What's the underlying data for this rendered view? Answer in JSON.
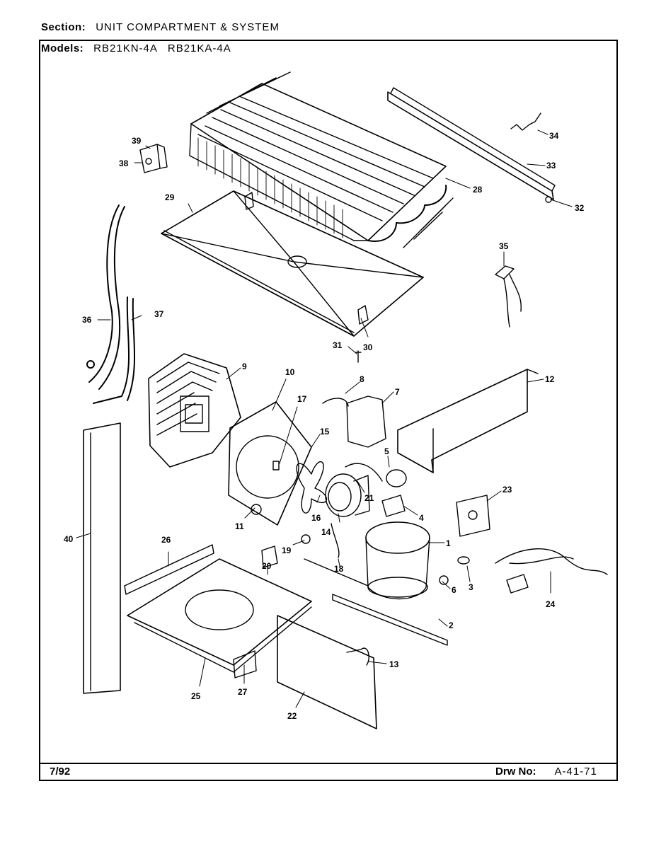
{
  "header": {
    "section_label": "Section:",
    "section_value": "UNIT COMPARTMENT & SYSTEM",
    "models_label": "Models:",
    "models": [
      "RB21KN-4A",
      "RB21KA-4A"
    ]
  },
  "footer": {
    "date": "7/92",
    "drawing_label": "Drw No:",
    "drawing_number": "A-41-71"
  },
  "callouts": [
    "1",
    "2",
    "3",
    "4",
    "5",
    "6",
    "7",
    "8",
    "9",
    "10",
    "11",
    "12",
    "13",
    "14",
    "15",
    "16",
    "17",
    "18",
    "19",
    "20",
    "21",
    "22",
    "23",
    "24",
    "25",
    "26",
    "27",
    "28",
    "29",
    "30",
    "31",
    "32",
    "33",
    "34",
    "35",
    "36",
    "37",
    "38",
    "39",
    "40"
  ]
}
